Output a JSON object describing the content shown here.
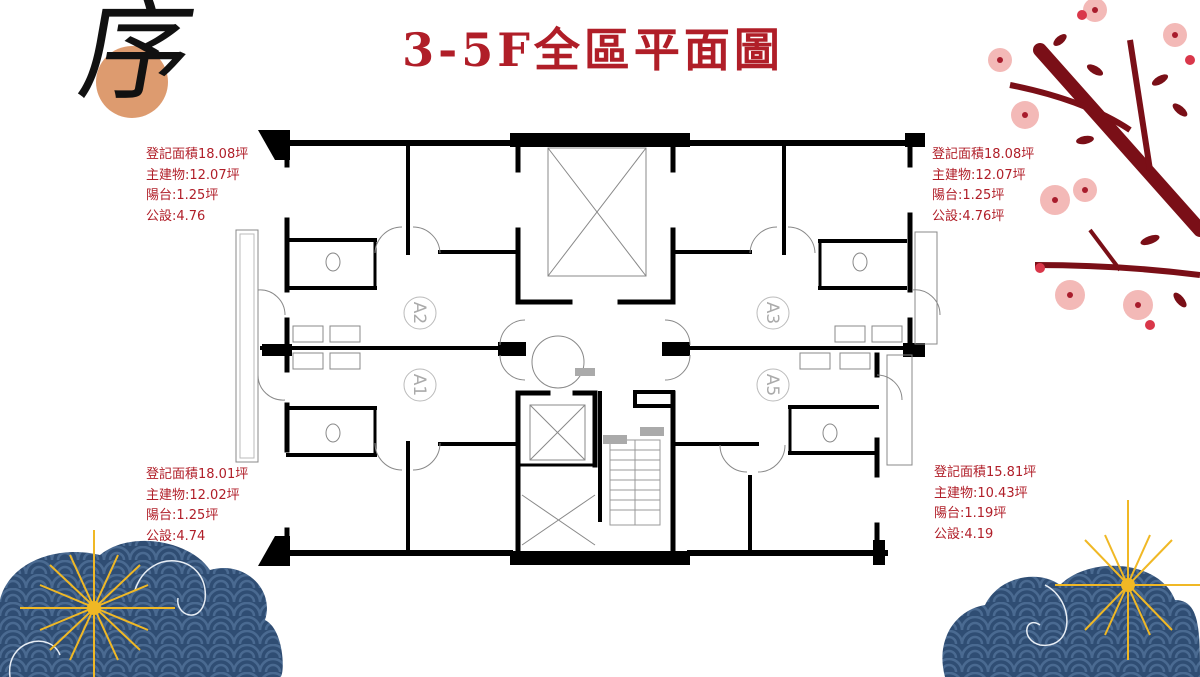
{
  "page": {
    "title": "3-5F全區平面圖",
    "logo_glyph": "序"
  },
  "units": [
    {
      "id": "A2",
      "position": "top-left",
      "registered_area": "登記面積18.08坪",
      "main_building": "主建物:12.07坪",
      "balcony": "陽台:1.25坪",
      "common_area": "公設:4.76"
    },
    {
      "id": "A3",
      "position": "top-right",
      "registered_area": "登記面積18.08坪",
      "main_building": "主建物:12.07坪",
      "balcony": "陽台:1.25坪",
      "common_area": "公設:4.76坪"
    },
    {
      "id": "A1",
      "position": "bottom-left",
      "registered_area": "登記面積18.01坪",
      "main_building": "主建物:12.02坪",
      "balcony": "陽台:1.25坪",
      "common_area": "公設:4.74"
    },
    {
      "id": "A5",
      "position": "bottom-right",
      "registered_area": "登記面積15.81坪",
      "main_building": "主建物:10.43坪",
      "balcony": "陽台:1.19坪",
      "common_area": "公設:4.19"
    }
  ],
  "plan_labels": {
    "a2": "A2",
    "a1": "A1",
    "a3": "A3",
    "a5": "A5"
  },
  "colors": {
    "title_red": "#b01e28",
    "wall_black": "#000000",
    "cloud_navy": "#2f4d73",
    "star_gold": "#f0b825",
    "branch_maroon": "#7a0f17",
    "blossom_pink": "#f3b9b7",
    "logo_sun": "#d9905f"
  }
}
